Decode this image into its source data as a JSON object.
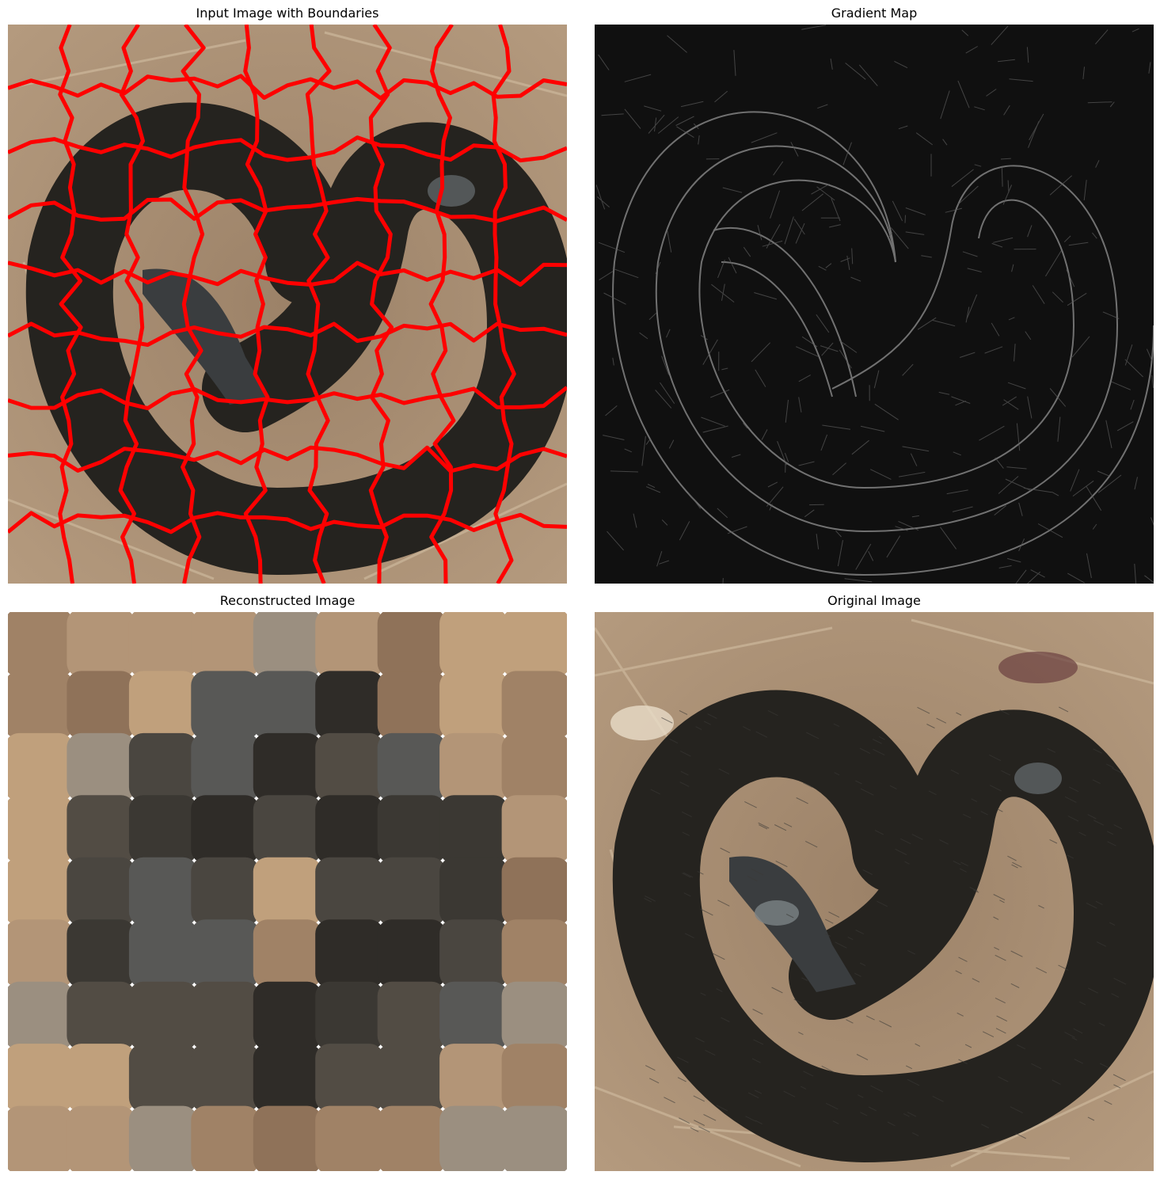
{
  "panels": [
    {
      "title": "Input Image with Boundaries",
      "image": "snake-photo-with-superpixel-boundaries"
    },
    {
      "title": "Gradient Map",
      "image": "grayscale-gradient-edge-map"
    },
    {
      "title": "Reconstructed Image",
      "image": "superpixel-mean-color-reconstruction"
    },
    {
      "title": "Original Image",
      "image": "coiled-black-snake-on-pine-straw"
    }
  ],
  "colors": {
    "boundary": "#ff0000",
    "snake_dark": "#24221f",
    "snake_highlight": "#5f6466",
    "straw": "#b89a78",
    "leaf": "#c49a74"
  }
}
